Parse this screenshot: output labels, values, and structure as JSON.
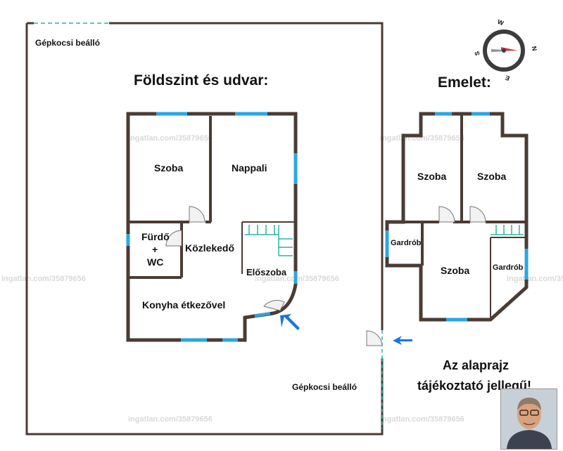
{
  "titles": {
    "ground": "Földszint és udvar:",
    "upper": "Emelet:"
  },
  "labels": {
    "driveway_top": "Gépkocsi beálló",
    "driveway_bottom": "Gépkocsi beálló"
  },
  "ground_rooms": {
    "szoba": "Szoba",
    "nappali": "Nappali",
    "furdo_line1": "Fürdő",
    "furdo_line2": "+",
    "furdo_line3": "WC",
    "kozlekedo": "Közlekedő",
    "eloszoba": "Előszoba",
    "konyha": "Konyha étkezővel"
  },
  "upper_rooms": {
    "szoba_left": "Szoba",
    "szoba_right": "Szoba",
    "gardrob_left": "Gardrób",
    "szoba_bottom": "Szoba",
    "gardrob_right": "Gardrób"
  },
  "notice": {
    "line1": "Az alaprajz",
    "line2": "tájékoztató jellegű!"
  },
  "compass": {
    "n": "N",
    "e": "E",
    "s": "S",
    "w": "W"
  },
  "watermark": "ingatlan.com/35879656",
  "colors": {
    "wall": "#4a3b34",
    "window": "#2aa7e0",
    "door_fill": "#f2f2f2",
    "arrow": "#1877d6",
    "stairs": "#2bb3a3"
  }
}
